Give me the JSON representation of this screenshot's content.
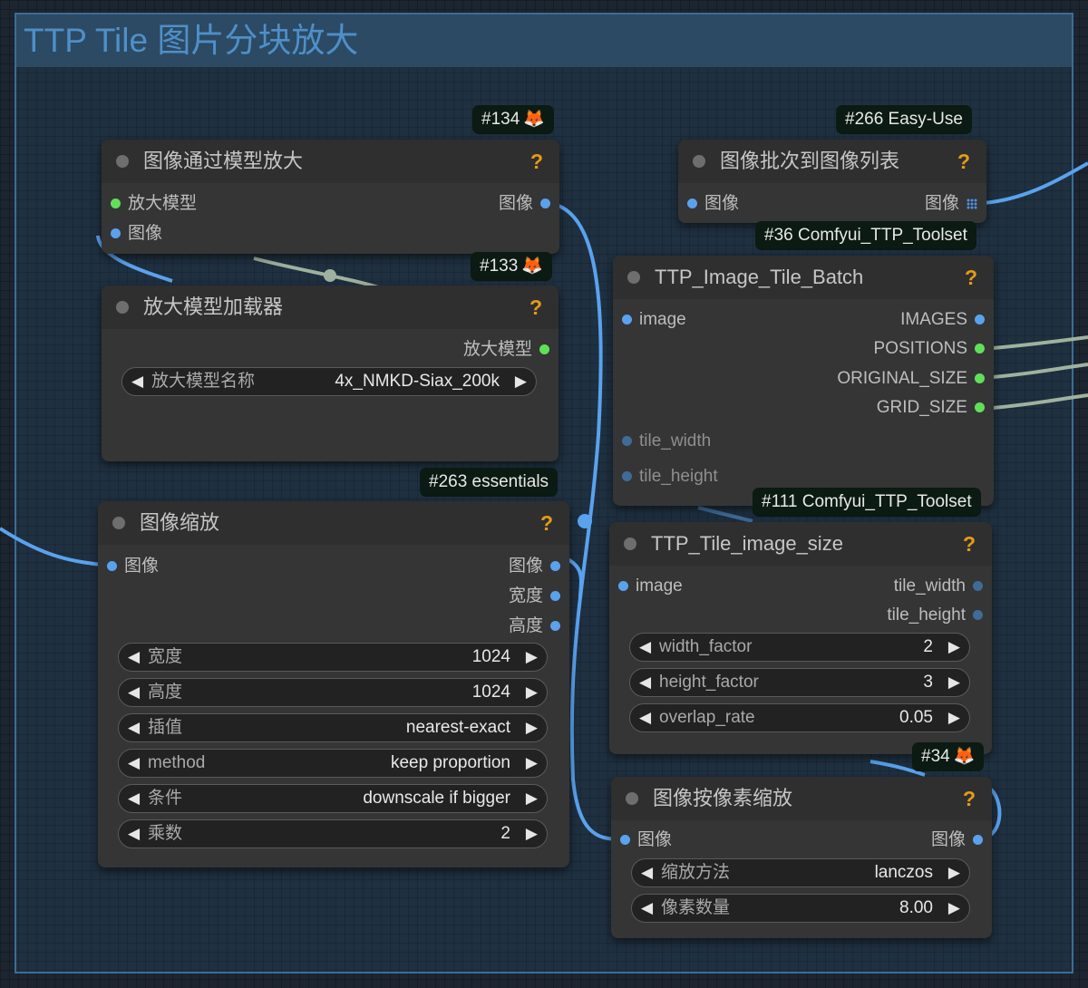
{
  "group": {
    "title": "TTP Tile 图片分块放大"
  },
  "colors": {
    "image_link": "#5aa2ee",
    "model_link": "#9fb29f",
    "int_link": "#3f6b99",
    "help": "#e59b19",
    "group_border": "#3a6d97"
  },
  "badges": {
    "n134": "#134",
    "n133": "#133",
    "n263": "#263 essentials",
    "n266": "#266 Easy-Use",
    "n36": "#36 Comfyui_TTP_Toolset",
    "n111": "#111 Comfyui_TTP_Toolset",
    "n34": "#34",
    "fox_icon": "🦊"
  },
  "help_label": "?",
  "nodes": {
    "upscale_with_model": {
      "title": "图像通过模型放大",
      "inputs": [
        "放大模型",
        "图像"
      ],
      "outputs": [
        "图像"
      ]
    },
    "upscale_model_loader": {
      "title": "放大模型加载器",
      "outputs": [
        "放大模型"
      ],
      "widgets": [
        {
          "label": "放大模型名称",
          "value": "4x_NMKD-Siax_200k"
        }
      ]
    },
    "image_resize": {
      "title": "图像缩放",
      "inputs": [
        "图像"
      ],
      "outputs": [
        "图像",
        "宽度",
        "高度"
      ],
      "widgets": [
        {
          "label": "宽度",
          "value": "1024"
        },
        {
          "label": "高度",
          "value": "1024"
        },
        {
          "label": "插值",
          "value": "nearest-exact"
        },
        {
          "label": "method",
          "value": "keep proportion"
        },
        {
          "label": "条件",
          "value": "downscale if bigger"
        },
        {
          "label": "乘数",
          "value": "2"
        }
      ]
    },
    "batch_to_list": {
      "title": "图像批次到图像列表",
      "inputs": [
        "图像"
      ],
      "outputs": [
        "图像"
      ]
    },
    "tile_batch": {
      "title": "TTP_Image_Tile_Batch",
      "inputs": [
        "image",
        "tile_width",
        "tile_height"
      ],
      "outputs": [
        "IMAGES",
        "POSITIONS",
        "ORIGINAL_SIZE",
        "GRID_SIZE"
      ]
    },
    "tile_image_size": {
      "title": "TTP_Tile_image_size",
      "inputs": [
        "image"
      ],
      "outputs": [
        "tile_width",
        "tile_height"
      ],
      "widgets": [
        {
          "label": "width_factor",
          "value": "2"
        },
        {
          "label": "height_factor",
          "value": "3"
        },
        {
          "label": "overlap_rate",
          "value": "0.05"
        }
      ]
    },
    "scale_by_pixels": {
      "title": "图像按像素缩放",
      "inputs": [
        "图像"
      ],
      "outputs": [
        "图像"
      ],
      "widgets": [
        {
          "label": "缩放方法",
          "value": "lanczos"
        },
        {
          "label": "像素数量",
          "value": "8.00"
        }
      ]
    }
  }
}
